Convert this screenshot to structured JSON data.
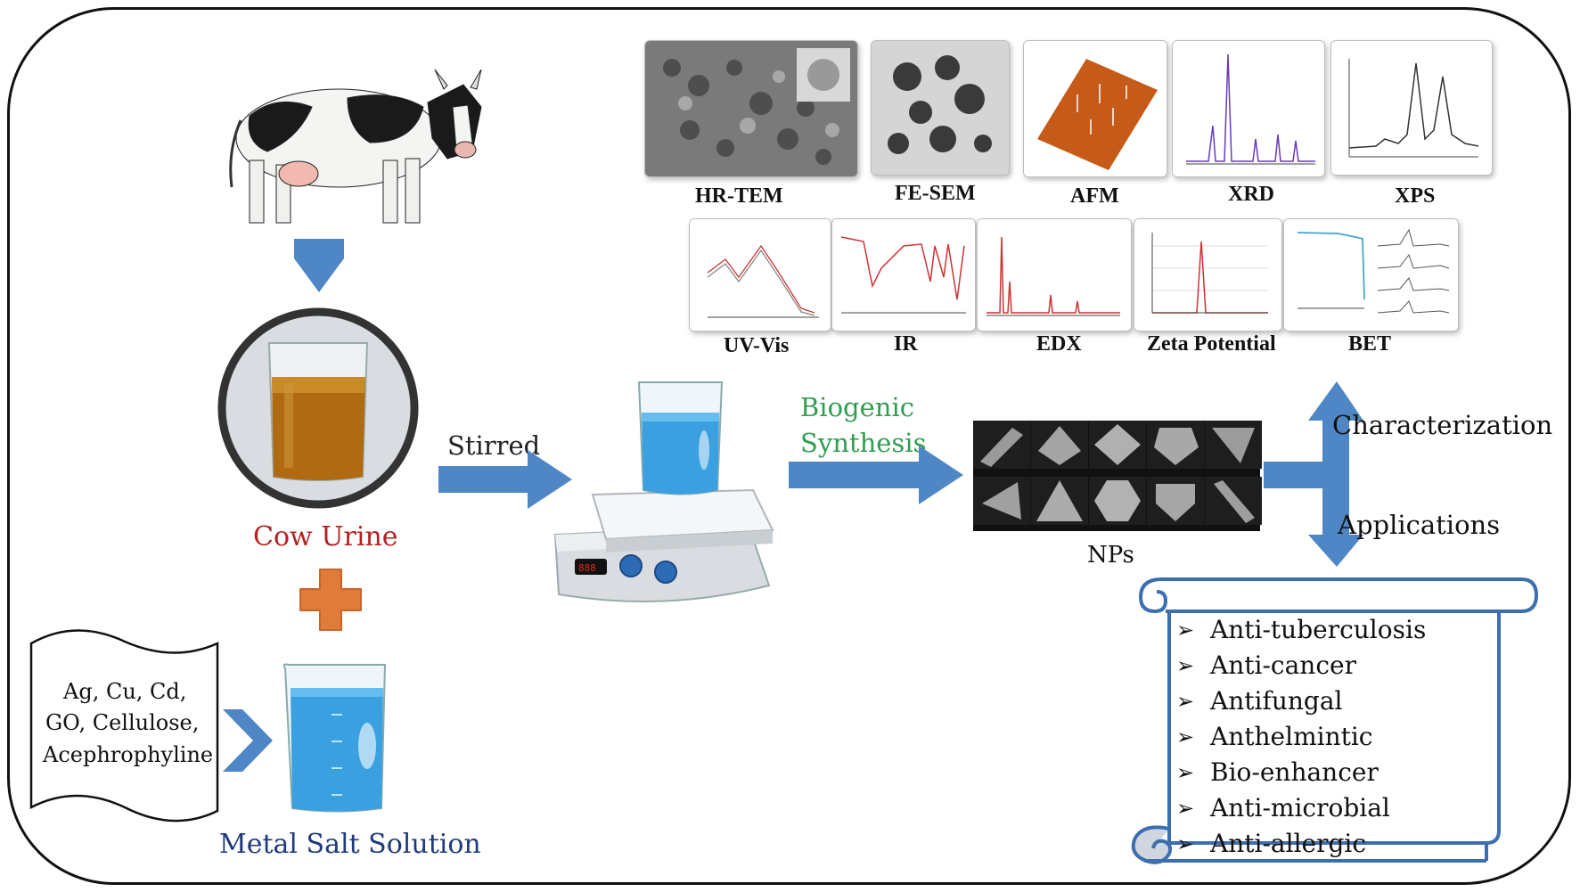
{
  "labels": {
    "cow_urine": "Cow Urine",
    "metal_salt_solution": "Metal Salt Solution",
    "stirred": "Stirred",
    "biogenic_line1": "Biogenic",
    "biogenic_line2": "Synthesis",
    "nps": "NPs",
    "characterization": "Characterization",
    "applications": "Applications"
  },
  "metal_sources": [
    "Ag, Cu, Cd,",
    "GO, Cellulose,",
    "Acephrophyline"
  ],
  "characterization_techniques": {
    "row1": [
      "HR-TEM",
      "FE-SEM",
      "AFM",
      "XRD",
      "XPS"
    ],
    "row2": [
      "UV-Vis",
      "IR",
      "EDX",
      "Zeta Potential",
      "BET"
    ]
  },
  "application_list": [
    "Anti-tuberculosis",
    "Anti-cancer",
    "Antifungal",
    "Anthelmintic",
    "Bio-enhancer",
    "Anti-microbial",
    "Anti-allergic"
  ],
  "colors": {
    "arrow_blue": "#4f86c6",
    "plus_orange": "#e07b39",
    "cow_urine_text": "#b22222",
    "metal_salt_text": "#1f3a7a",
    "biogenic_text": "#2e9e4f",
    "scroll_border": "#3d6fb0",
    "urine_liquid": "#b06a12",
    "blue_liquid": "#3aa0e0"
  },
  "icons": [
    "cow-image",
    "urine-beaker-image",
    "plus-icon",
    "metal-salt-beaker-image",
    "stirrer-image",
    "np-shapes-image",
    "scroll-icon",
    "arrow-icon"
  ]
}
